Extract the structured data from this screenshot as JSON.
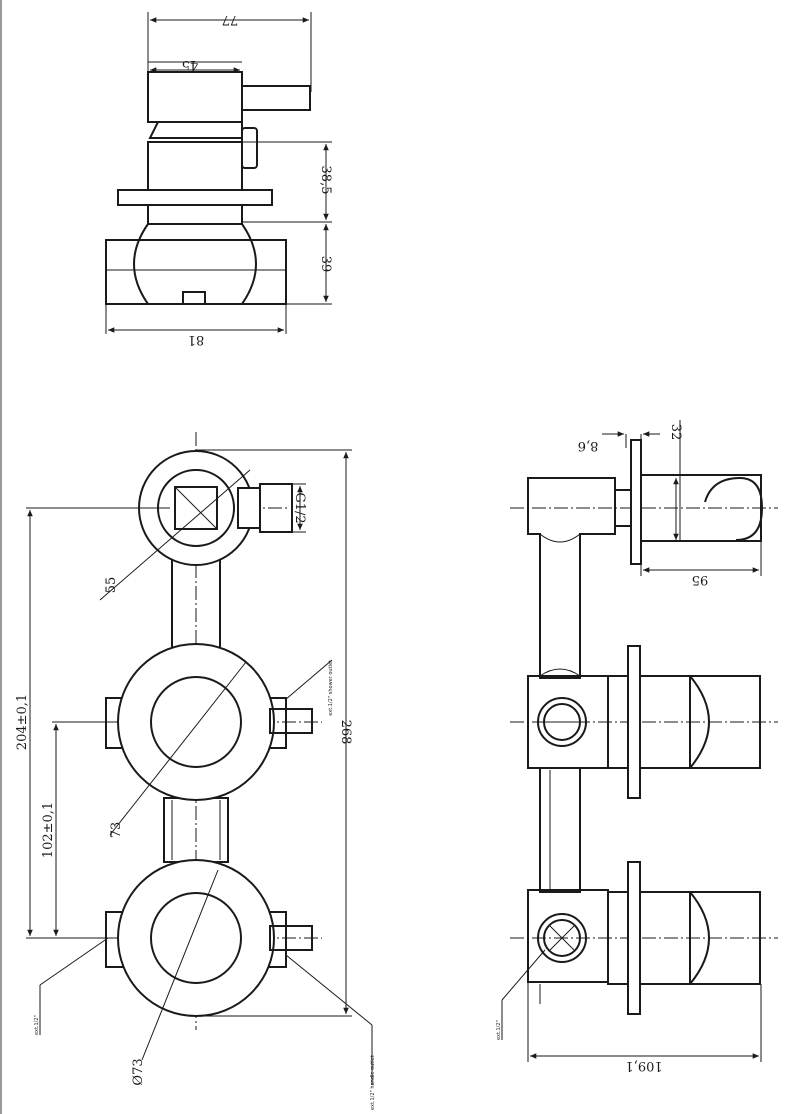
{
  "top_view": {
    "dims": {
      "width_top": "77",
      "width_inner": "45",
      "height_upper": "38,5",
      "height_lower": "39",
      "width_bottom": "81"
    }
  },
  "front_view": {
    "dims": {
      "top_circle": "55",
      "pipe_thread": "G1/2",
      "mid_circle": "73",
      "bottom_circle": "Ø73",
      "total_height": "268",
      "spacing_outer": "204±0,1",
      "spacing_inner": "102±0,1"
    },
    "notes": {
      "note_upper_right": "ext.1/2\" shower outlet",
      "note_lower_left": "ext.1/2\"",
      "note_lower_right": "ext.1/2\" handle outlet"
    }
  },
  "side_view": {
    "dims": {
      "plate_thickness": "8,6",
      "holder_height": "32",
      "holder_depth": "95",
      "total_depth": "109,1"
    },
    "notes": {
      "note_inlet": "ext.1/2\""
    }
  }
}
